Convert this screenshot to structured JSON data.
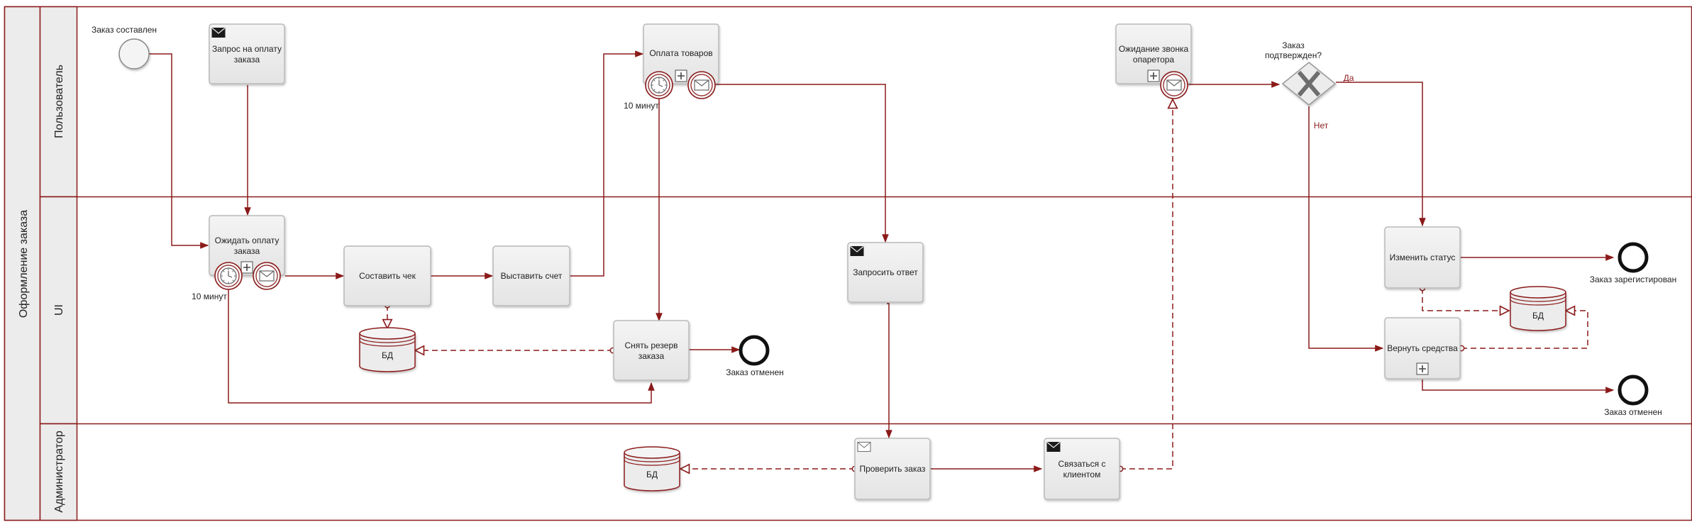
{
  "pool": {
    "title": "Оформление заказа"
  },
  "lanes": [
    {
      "id": "user",
      "title": "Пользователь"
    },
    {
      "id": "ui",
      "title": "UI"
    },
    {
      "id": "admin",
      "title": "Администратор"
    }
  ],
  "events": {
    "start": "Заказ составлен",
    "end_registered": "Заказ зарегистирован",
    "end_cancelled_1": "Заказ отменен",
    "end_cancelled_2": "Заказ отменен"
  },
  "tasks": {
    "request_payment": [
      "Запрос на оплату",
      "заказа"
    ],
    "pay_goods": [
      "Оплата товаров"
    ],
    "wait_call": [
      "Ожидание звонка",
      "опaретора"
    ],
    "wait_payment": [
      "Ожидать оплату",
      "заказа"
    ],
    "compose_check": [
      "Составить чек"
    ],
    "issue_invoice": [
      "Выставить счет"
    ],
    "request_answer": [
      "Запросить ответ"
    ],
    "remove_reserve": [
      "Снять резерв",
      "заказа"
    ],
    "change_status": [
      "Изменить статус"
    ],
    "return_funds": [
      "Вернуть средства"
    ],
    "check_order": [
      "Проверить заказ"
    ],
    "contact_client": [
      "Связаться с",
      "клиентом"
    ]
  },
  "gateway": {
    "question": [
      "Заказ",
      "подтвержден?"
    ],
    "yes": "Да",
    "no": "Нет"
  },
  "timers": {
    "wait_payment": "10 минут",
    "pay_goods": "10 минут"
  },
  "datastores": {
    "db1": "БД",
    "db2": "БД",
    "db3": "БД"
  },
  "colors": {
    "flow": "#8b1a1a",
    "pool_border": "#8b1a1a",
    "lane_header": "#ececec",
    "task_fill": "#ececec"
  }
}
